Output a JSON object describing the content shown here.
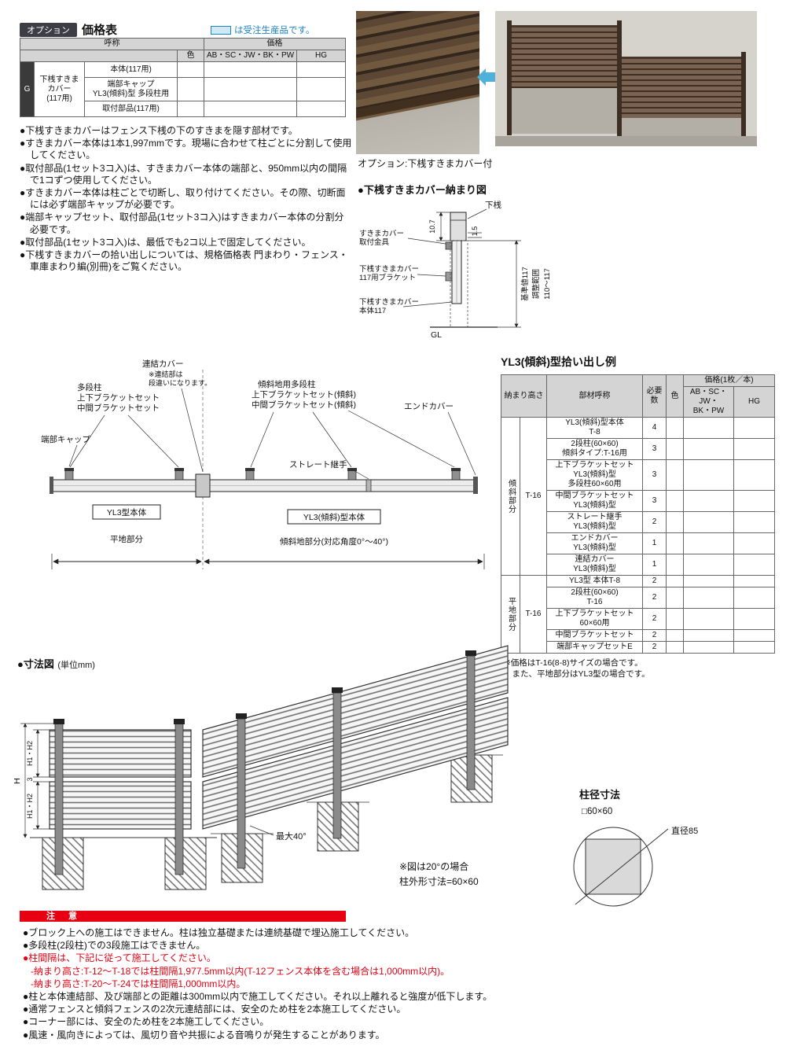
{
  "colors": {
    "accent_red": "#e60012",
    "made_to_order_blue": "#cfe9f7"
  },
  "header": {
    "option_badge": "オプション",
    "title": "価格表",
    "legend": "は受注生産品です。"
  },
  "price_table": {
    "h_name": "呼称",
    "h_price": "価格",
    "h_color": "色",
    "h_ab": "AB・SC・JW・BK・PW",
    "h_hg": "HG",
    "g": "G",
    "group": "下桟すきま\nカバー\n(117用)",
    "item1": "本体(117用)",
    "item2": "端部キャップ\nYL3(傾斜)型 多段柱用",
    "item3": "取付部品(117用)"
  },
  "notes": [
    "●下桟すきまカバーはフェンス下桟の下のすきまを隠す部材です。",
    "●すきまカバー本体は1本1,997mmです。現場に合わせて柱ごとに分割して使用してください。",
    "●取付部品(1セット3コ入)は、すきまカバー本体の端部と、950mm以内の間隔で1コずつ使用してください。",
    "●すきまカバー本体は柱ごとで切断し、取り付けてください。その際、切断面には必ず端部キャップが必要です。",
    "●端部キャップセット、取付部品(1セット3コ入)はすきまカバー本体の分割分必要です。",
    "●取付部品(1セット3コ入)は、最低でも2コ以上で固定してください。",
    "●下桟すきまカバーの拾い出しについては、規格価格表 門まわり・フェンス・車庫まわり編(別冊)をご覧ください。"
  ],
  "photos": {
    "caption": "オプション:下桟すきまカバー付"
  },
  "osamari": {
    "title": "●下桟すきまカバー納まり図",
    "shimozan": "下桟",
    "dim_a": "10.7",
    "dim_b": "1.5",
    "kanagu1": "すきまカバー",
    "kanagu2": "取付金具",
    "bracket1": "下桟すきまカバー",
    "bracket2": "117用ブラケット",
    "hontai1": "下桟すきまカバー",
    "hontai2": "本体117",
    "gl": "GL",
    "kijun": "基準値117",
    "chosei": "調整範囲",
    "range": "110〜117"
  },
  "assembly": {
    "renketsu": "連結カバー",
    "renketsu_n1": "※連結部は",
    "renketsu_n2": "段違いになります。",
    "tadan1": "多段柱",
    "tadan2": "上下ブラケットセット",
    "tadan3": "中間ブラケットセット",
    "keisha1": "傾斜地用多段柱",
    "keisha2": "上下ブラケットセット(傾斜)",
    "keisha3": "中間ブラケットセット(傾斜)",
    "endcover": "エンドカバー",
    "tanbucap": "端部キャップ",
    "straight": "ストレート継手",
    "yl3": "YL3型本体",
    "yl3k": "YL3(傾斜)型本体",
    "hirachi": "平地部分",
    "keishachi": "傾斜地部分(対応角度0°〜40°)"
  },
  "pickup": {
    "title": "YL3(傾斜)型拾い出し例",
    "h_height": "納まり高さ",
    "h_part": "部材呼称",
    "h_qty": "必要数",
    "h_color": "色",
    "h_price": "価格(1枚／本)",
    "h_ab": "AB・SC・JW・\nBK・PW",
    "h_hg": "HG",
    "area1": "傾斜部分",
    "area1_height": "T-16",
    "area2": "平地部分",
    "area2_height": "T-16",
    "rows1": [
      {
        "part": "YL3(傾斜)型本体\nT-8",
        "qty": "4"
      },
      {
        "part": "2段柱(60×60)\n傾斜タイプ:T-16用",
        "qty": "3"
      },
      {
        "part": "上下ブラケットセット\nYL3(傾斜)型\n多段柱60×60用",
        "qty": "3"
      },
      {
        "part": "中間ブラケットセット\nYL3(傾斜)型",
        "qty": "3"
      },
      {
        "part": "ストレート継手\nYL3(傾斜)型",
        "qty": "2"
      },
      {
        "part": "エンドカバー\nYL3(傾斜)型",
        "qty": "1"
      },
      {
        "part": "連結カバー\nYL3(傾斜)型",
        "qty": "1"
      }
    ],
    "rows2": [
      {
        "part": "YL3型 本体T-8",
        "qty": "2"
      },
      {
        "part": "2段柱(60×60)\nT-16",
        "qty": "2"
      },
      {
        "part": "上下ブラケットセット\n60×60用",
        "qty": "2"
      },
      {
        "part": "中間ブラケットセット",
        "qty": "2"
      },
      {
        "part": "端部キャップセットE",
        "qty": "2"
      }
    ],
    "foot1": "※価格はT-16(8-8)サイズの場合です。",
    "foot2": "　また、平地部分はYL3型の場合です。"
  },
  "sunpo": {
    "title": "●寸法図",
    "unit": "(単位mm)",
    "h": "H",
    "three": "3",
    "h1h2": "H1・H2",
    "max40": "最大40°",
    "note1": "※図は20°の場合",
    "note2": "柱外形寸法=60×60"
  },
  "chokei": {
    "title": "柱径寸法",
    "square": "□60×60",
    "dia": "直径85"
  },
  "caution": {
    "title": "注　意",
    "items": [
      {
        "text": "●ブロック上への施工はできません。柱は独立基礎または連続基礎で埋込施工してください。",
        "red": false
      },
      {
        "text": "●多段柱(2段柱)での3段施工はできません。",
        "red": false
      },
      {
        "text": "●柱間隔は、下記に従って施工してください。",
        "red": true
      },
      {
        "text": "-納まり高さ:T-12〜T-18では柱間隔1,977.5mm以内(T-12フェンス本体を含む場合は1,000mm以内)。",
        "red": true
      },
      {
        "text": "-納まり高さ:T-20〜T-24では柱間隔1,000mm以内。",
        "red": true
      },
      {
        "text": "●柱と本体連結部、及び端部との距離は300mm以内で施工してください。それ以上離れると強度が低下します。",
        "red": false
      },
      {
        "text": "●通常フェンスと傾斜フェンスの2次元連結部には、安全のため柱を2本施工してください。",
        "red": false
      },
      {
        "text": "●コーナー部には、安全のため柱を2本施工してください。",
        "red": false
      },
      {
        "text": "●風速・風向きによっては、風切り音や共振による音鳴りが発生することがあります。",
        "red": false
      }
    ]
  }
}
